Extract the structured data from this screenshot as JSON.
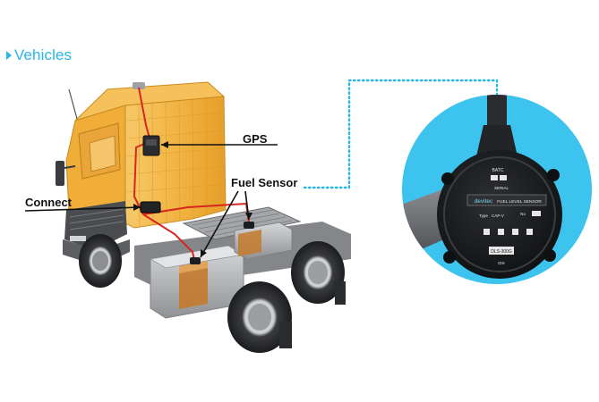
{
  "section": {
    "title": "Vehicles"
  },
  "labels": {
    "gps": "GPS",
    "fuel_sensor": "Fuel Sensor",
    "connect": "Connect"
  },
  "sensor_face": {
    "top_code": "BATC",
    "serial_prefix": "SERIAL",
    "brand": "devitec",
    "product": "FUEL LEVEL SENSOR",
    "type_label": "Type",
    "type_value": "CAP-V",
    "no_label": "No",
    "model": "DLS-300G",
    "bottom_code": "IDS"
  },
  "colors": {
    "accent": "#29b6e8",
    "cab": "#f2b53c",
    "cab_dark": "#c98a1e",
    "wire": "#d8251f",
    "chassis": "#8a8c90",
    "tank": "#b5b7ba",
    "sensor_body": "#1c1d20",
    "dotted_line": "#29b6e8"
  }
}
